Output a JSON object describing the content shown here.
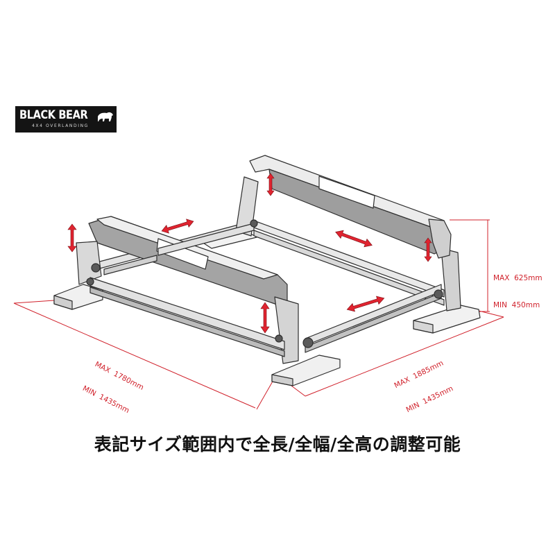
{
  "logo": {
    "main": "BLACK BEAR",
    "sub": "4X4 OVERLANDING",
    "icon": "bear-icon"
  },
  "dimensions": {
    "height": {
      "max": "MAX  625mm",
      "min": "MIN  450mm"
    },
    "length": {
      "max": "MAX  1780mm",
      "min": "MIN  1435mm"
    },
    "width": {
      "max": "MAX  1885mm",
      "min": "MIN  1435mm"
    }
  },
  "caption": "表記サイズ範囲内で全長/全幅/全高の調整可能",
  "colors": {
    "dimension": "#d0202a",
    "frame": "#3a3a3a",
    "logo_bg": "#141414"
  }
}
